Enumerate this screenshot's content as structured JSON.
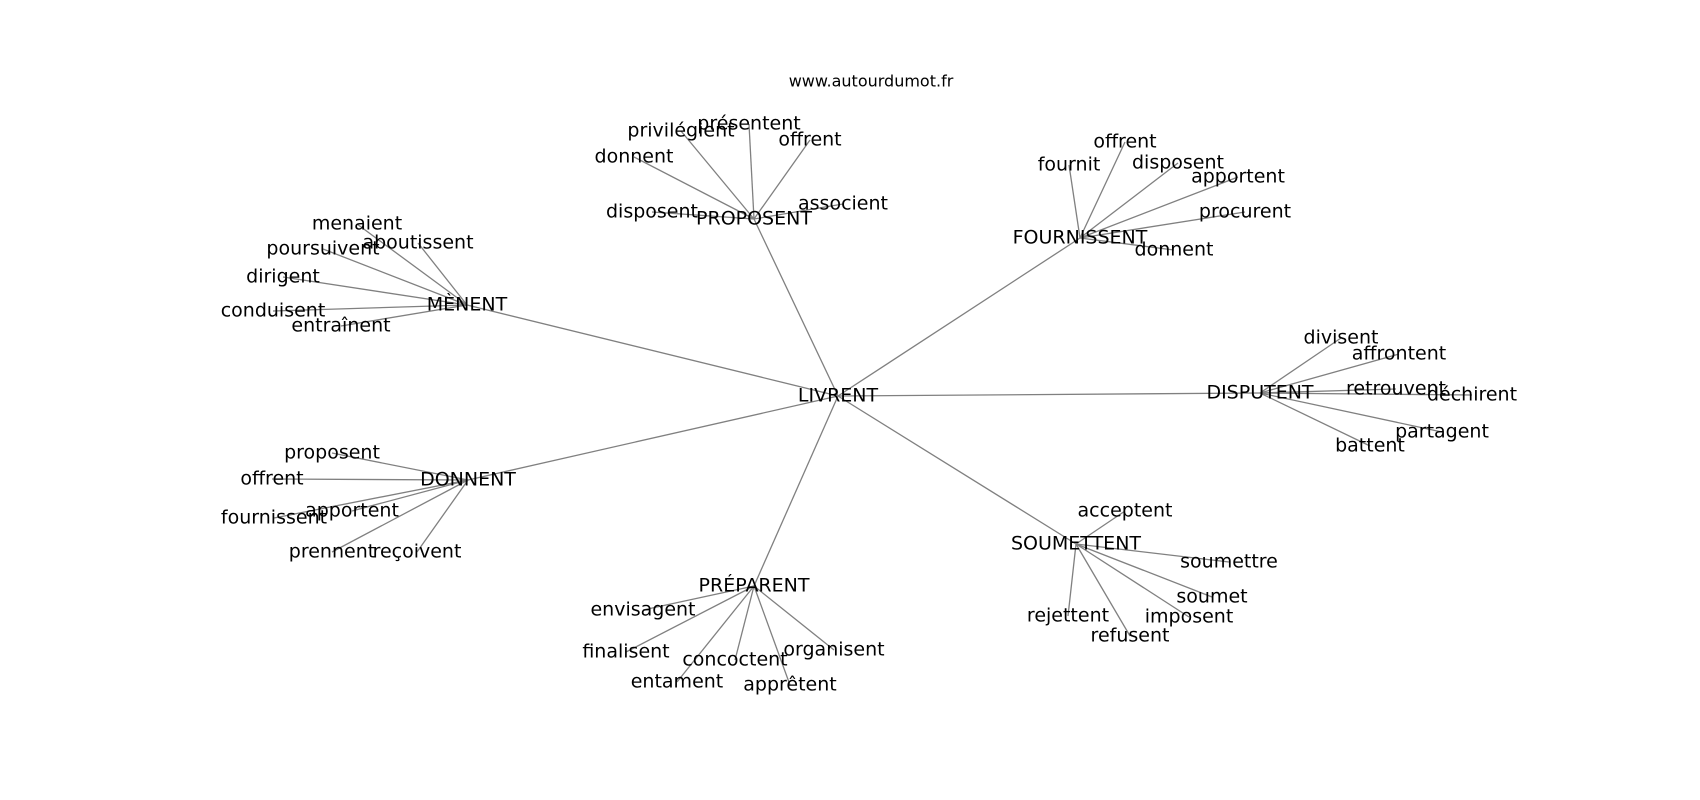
{
  "watermark": "www.autourdumot.fr",
  "center": "LIVRENT",
  "clusters": [
    {
      "id": "proposent",
      "label": "PROPOSENT",
      "words": [
        "présentent",
        "privilégient",
        "offrent",
        "donnent",
        "associent",
        "disposent"
      ]
    },
    {
      "id": "fournissent",
      "label": "FOURNISSENT",
      "words": [
        "offrent",
        "fournit",
        "disposent",
        "apportent",
        "procurent",
        "donnent"
      ]
    },
    {
      "id": "menent",
      "label": "MÈNENT",
      "words": [
        "menaient",
        "aboutissent",
        "poursuivent",
        "dirigent",
        "conduisent",
        "entraînent"
      ]
    },
    {
      "id": "disputent",
      "label": "DISPUTENT",
      "words": [
        "divisent",
        "affrontent",
        "retrouvent",
        "déchirent",
        "partagent",
        "battent"
      ]
    },
    {
      "id": "donnent",
      "label": "DONNENT",
      "words": [
        "proposent",
        "offrent",
        "fournissent",
        "apportent",
        "prennent",
        "reçoivent"
      ]
    },
    {
      "id": "soumettent",
      "label": "SOUMETTENT",
      "words": [
        "acceptent",
        "soumettre",
        "soumet",
        "imposent",
        "rejettent",
        "refusent"
      ]
    },
    {
      "id": "preparent",
      "label": "PRÉPARENT",
      "words": [
        "envisagent",
        "finalisent",
        "concoctent",
        "organisent",
        "entament",
        "apprêtent"
      ]
    }
  ]
}
